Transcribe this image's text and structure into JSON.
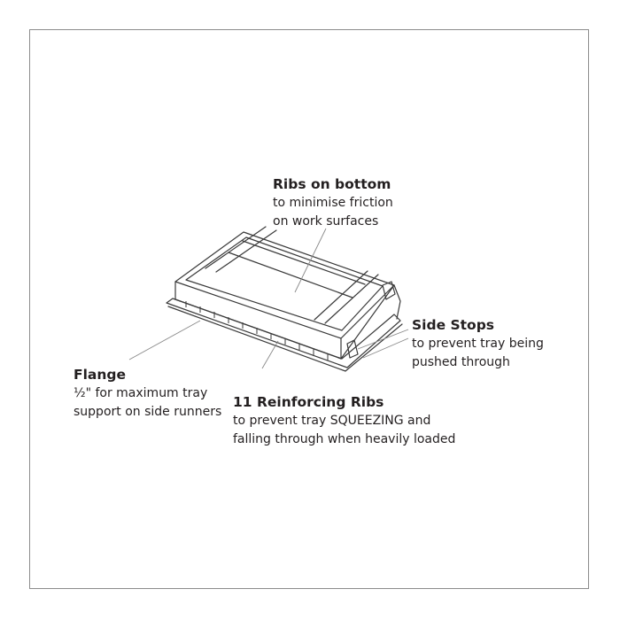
{
  "callouts": {
    "ribs_on_bottom": {
      "title": "Ribs on bottom",
      "lines": [
        "to minimise friction",
        "on work surfaces"
      ]
    },
    "side_stops": {
      "title": "Side Stops",
      "lines": [
        "to prevent tray being",
        "pushed through"
      ]
    },
    "flange": {
      "title": "Flange",
      "lines": [
        "½\" for maximum tray",
        "support on side runners"
      ]
    },
    "reinforcing_ribs": {
      "title": "11 Reinforcing Ribs",
      "lines": [
        "to prevent tray SQUEEZING and",
        "falling through when heavily loaded"
      ]
    }
  },
  "colors": {
    "line_art": "#3a3a3a",
    "leader_line": "#8a8a8a",
    "frame_border": "#8c8c8c",
    "text": "#231f20"
  }
}
